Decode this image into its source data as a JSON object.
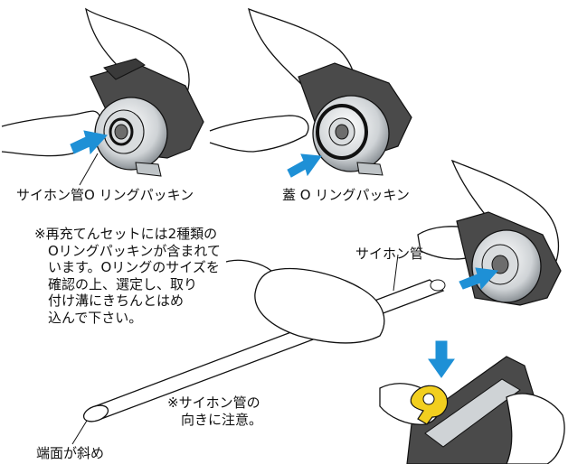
{
  "labels": {
    "siphon_tube_oring": "サイホン管O リングパッキン",
    "lid_oring": "蓋 O リングパッキン",
    "siphon_tube": "サイホン管",
    "siphon_orientation": [
      "※サイホン管の",
      "向きに注意。"
    ],
    "slanted_end": "端面が斜め"
  },
  "note_lines": [
    "※再充てんセットには2種類の",
    "Oリングパッキンが含まれて",
    "います。Oリングのサイズを",
    "確認の上、選定し、取り",
    "付け溝にきちんとはめ",
    "込んで下さい。"
  ],
  "colors": {
    "arrow": "#1e90d6",
    "clip": "#f2cf1f",
    "line": "#111111",
    "dark_body": "#4a4a4a"
  },
  "icons": [
    "arrow-icon",
    "oring-icon",
    "hand-icon",
    "siphon-tube-icon",
    "yellow-clip-icon"
  ]
}
